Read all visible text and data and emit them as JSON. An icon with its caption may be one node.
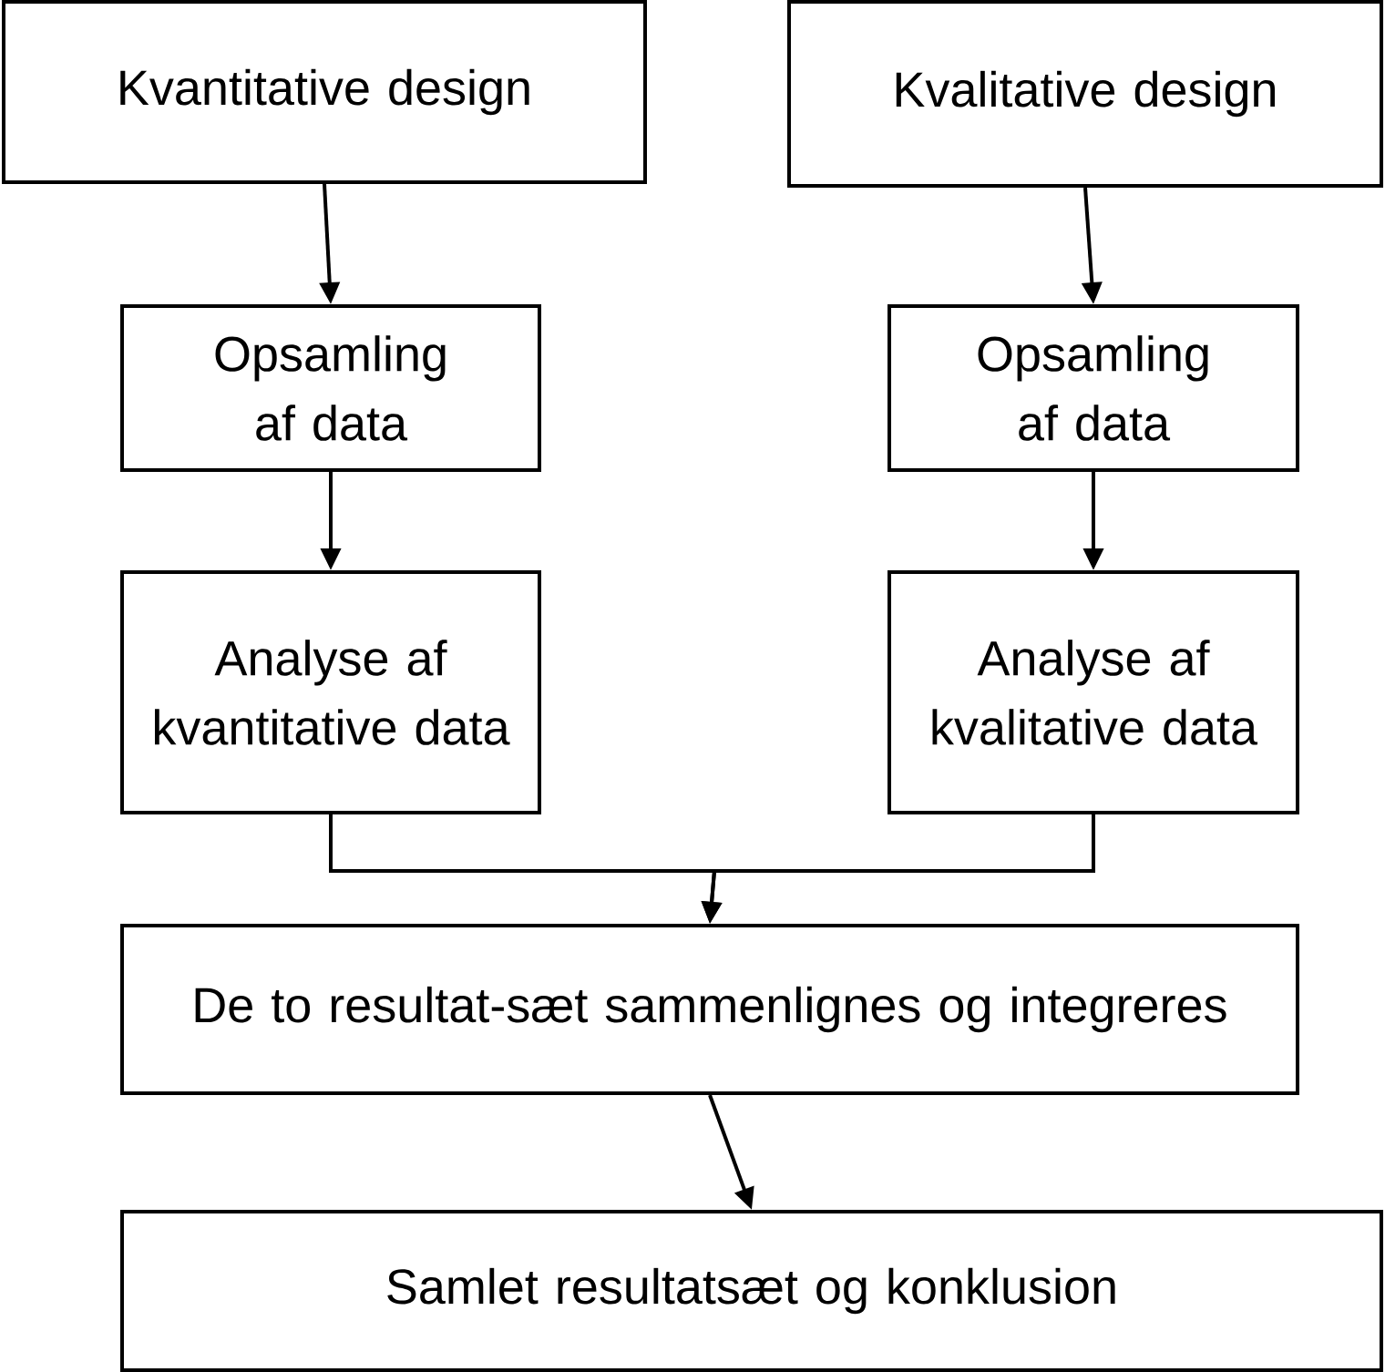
{
  "diagram": {
    "nodes": [
      {
        "text": [
          "Kvantitative design"
        ]
      },
      {
        "text": [
          "Kvalitative design"
        ]
      },
      {
        "text": [
          "Opsamling af data"
        ]
      },
      {
        "text": [
          "Opsamling af data"
        ]
      },
      {
        "text": [
          "Analyse af kvantitative data"
        ]
      },
      {
        "text": [
          "Analyse af kvalitative data"
        ]
      },
      {
        "text": [
          "De to resultat-sæt sammenlignes og integreres"
        ]
      },
      {
        "text": [
          "Samlet resultatsæt og konklusion"
        ]
      }
    ],
    "edges": [
      {
        "from": 0,
        "to": 2,
        "arrow": "to"
      },
      {
        "from": 1,
        "to": 3,
        "arrow": "to"
      },
      {
        "from": 2,
        "to": 4,
        "arrow": "to"
      },
      {
        "from": 3,
        "to": 5,
        "arrow": "to"
      },
      {
        "from": 4,
        "to": 6,
        "arrow": "to"
      },
      {
        "from": 5,
        "to": 6,
        "arrow": "to"
      },
      {
        "from": 6,
        "to": 7,
        "arrow": "to"
      }
    ]
  }
}
